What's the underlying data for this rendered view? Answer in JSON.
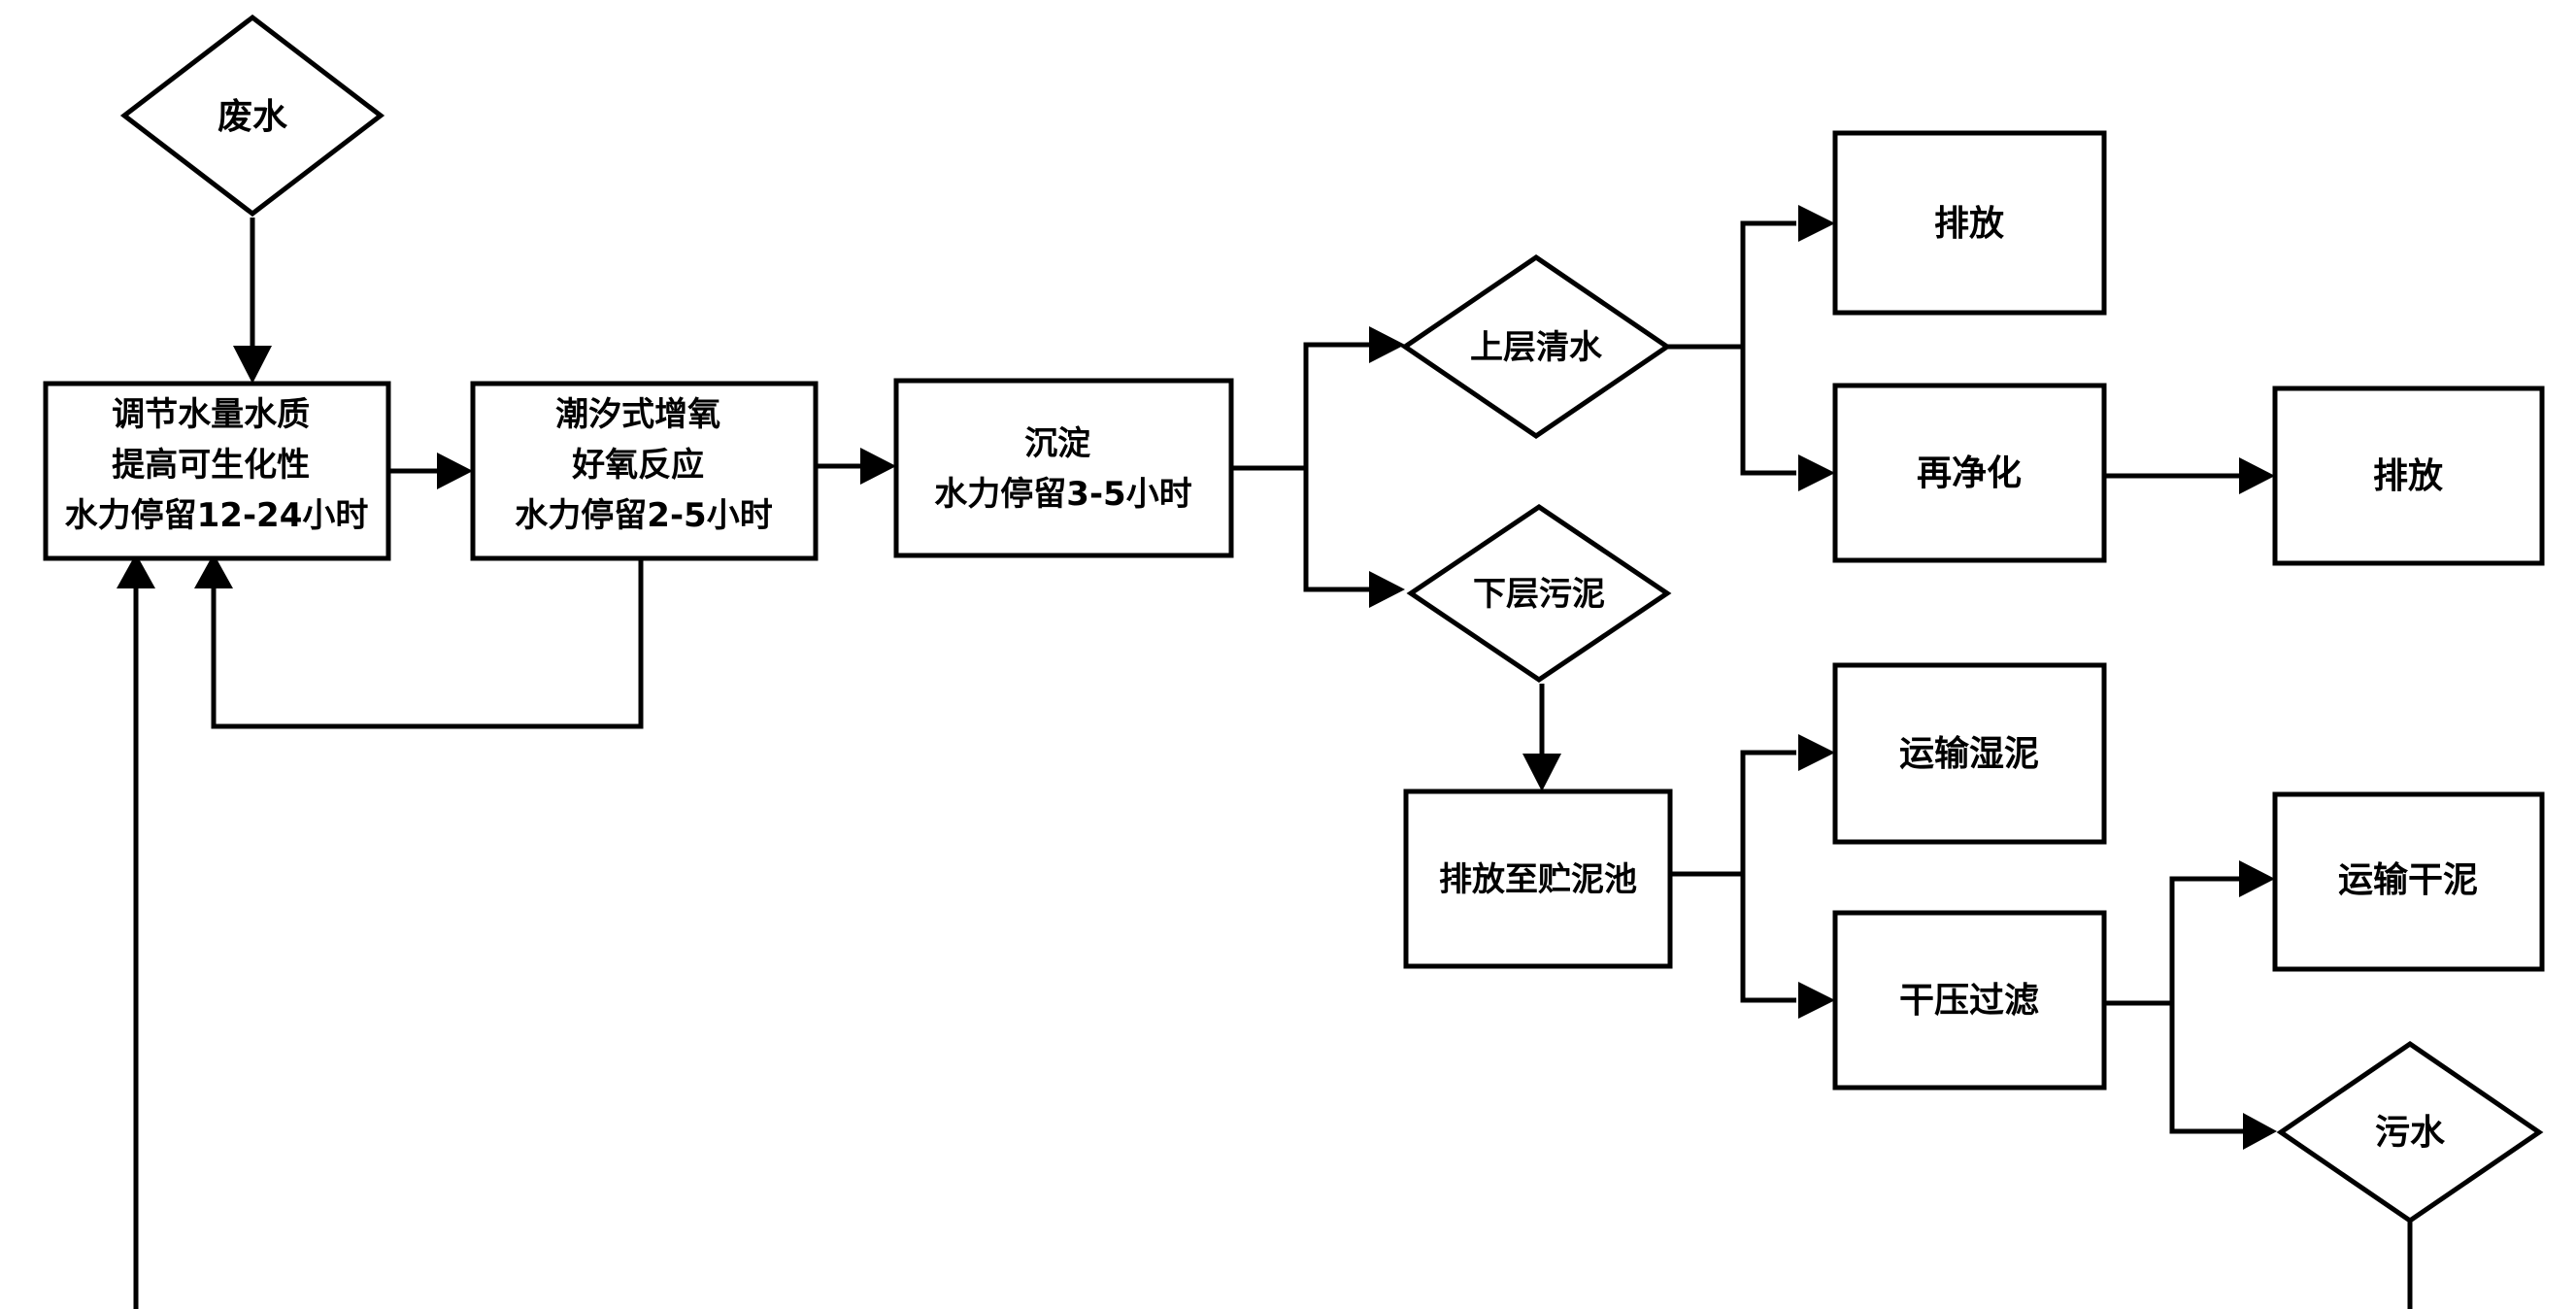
{
  "nodes": {
    "wastewater": {
      "lines": [
        "废水"
      ]
    },
    "regulate": {
      "lines": [
        "调节水量水质",
        "提高可生化性",
        "水力停留12-24小时"
      ]
    },
    "tidal": {
      "lines": [
        "潮汐式增氧",
        "好氧反应",
        "水力停留2-5小时"
      ]
    },
    "settle": {
      "lines": [
        "沉淀",
        "水力停留3-5小时"
      ]
    },
    "upper_water": {
      "lines": [
        "上层清水"
      ]
    },
    "lower_sludge": {
      "lines": [
        "下层污泥"
      ]
    },
    "discharge_1": {
      "lines": [
        "排放"
      ]
    },
    "repurify": {
      "lines": [
        "再净化"
      ]
    },
    "discharge_2": {
      "lines": [
        "排放"
      ]
    },
    "to_tank": {
      "lines": [
        "排放至贮泥池"
      ]
    },
    "wet_sludge": {
      "lines": [
        "运输湿泥"
      ]
    },
    "press_filter": {
      "lines": [
        "干压过滤"
      ]
    },
    "dry_sludge": {
      "lines": [
        "运输干泥"
      ]
    },
    "sewage": {
      "lines": [
        "污水"
      ]
    }
  }
}
